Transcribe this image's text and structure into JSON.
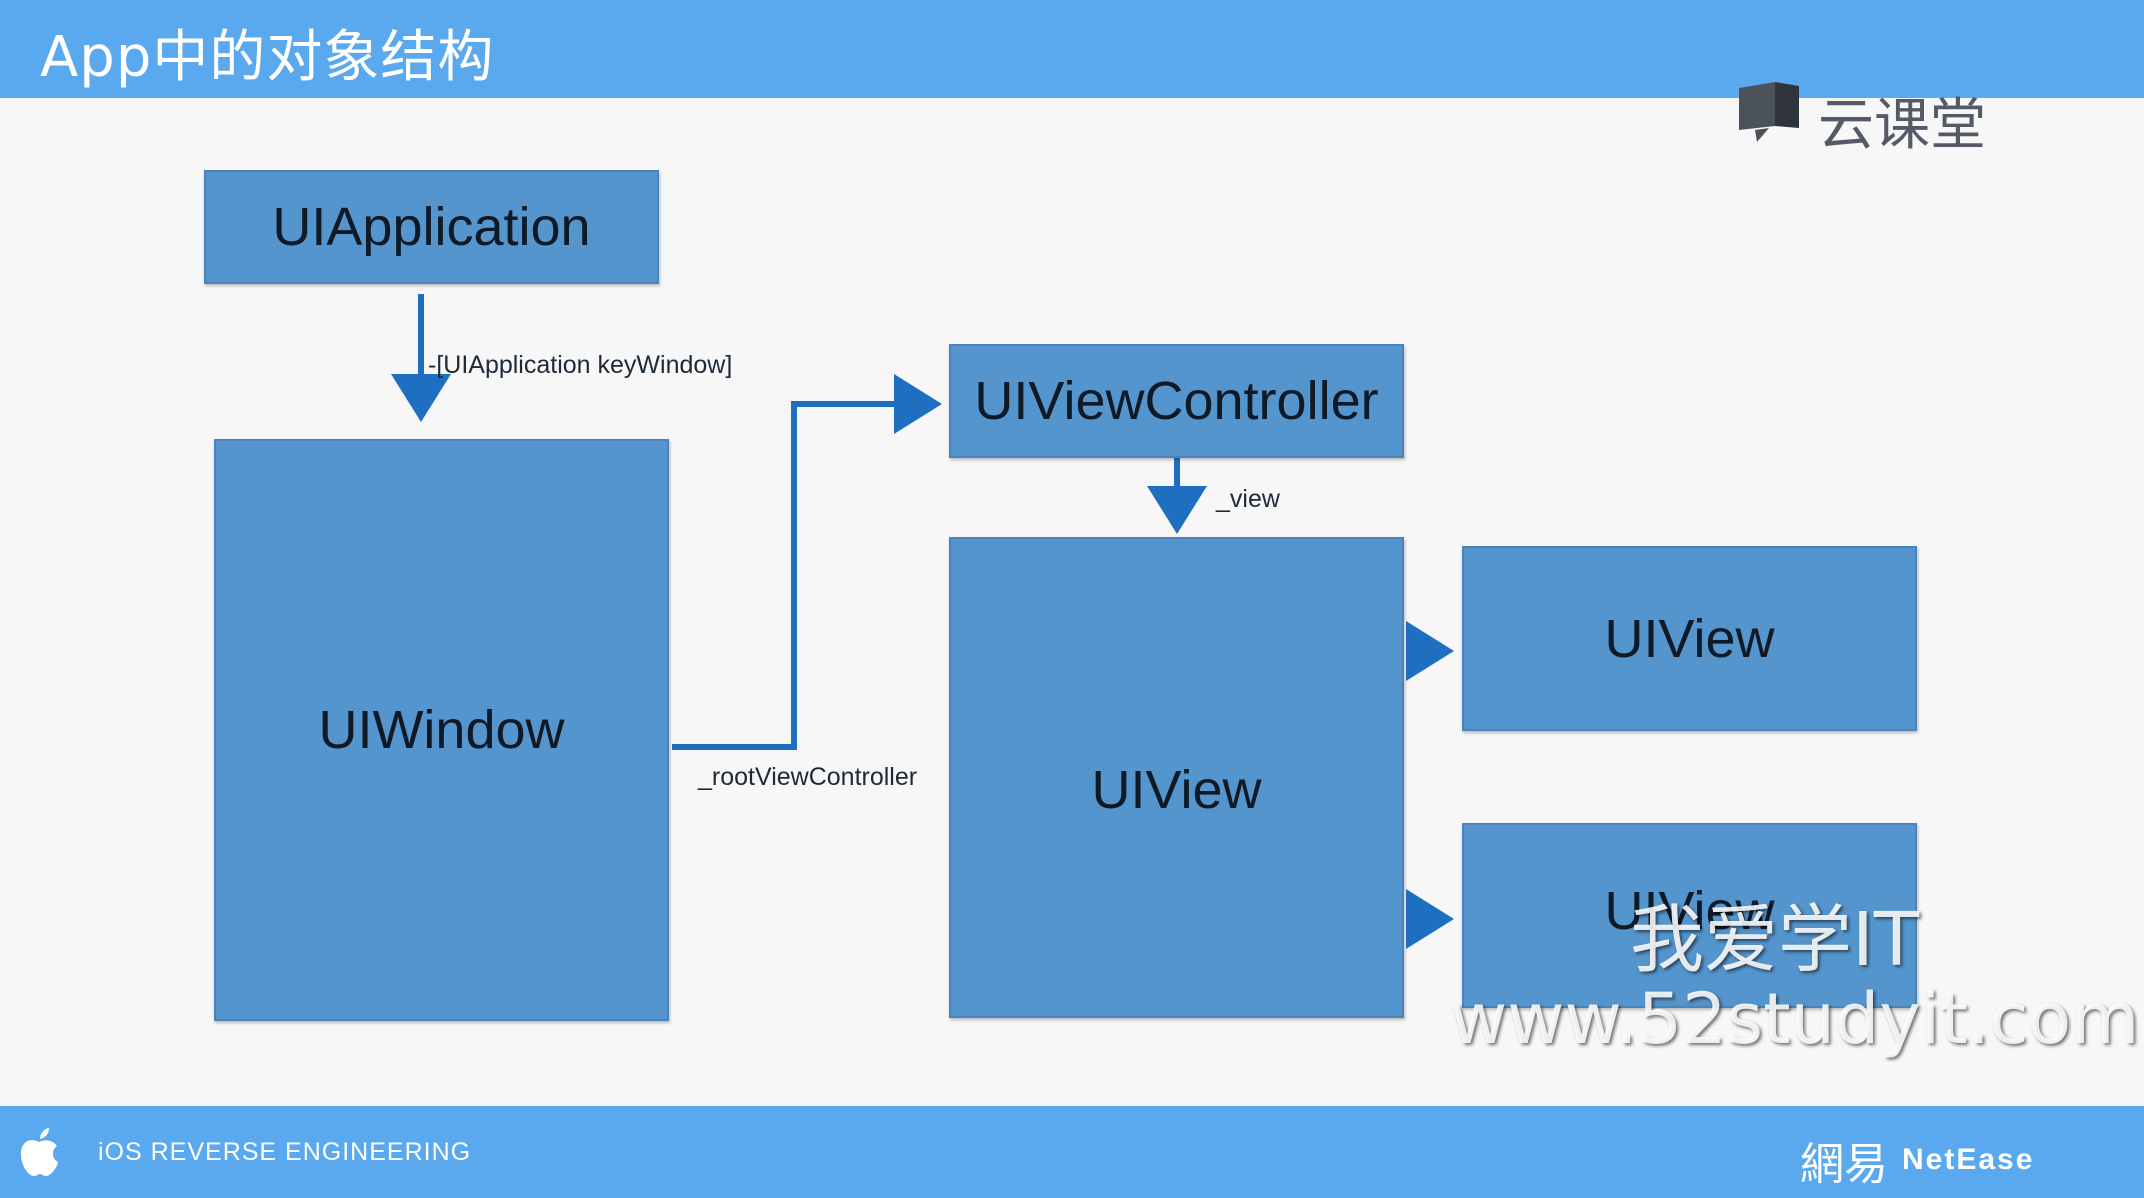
{
  "header": {
    "title": "App中的对象结构"
  },
  "brand": {
    "logo_text": "云课堂"
  },
  "diagram": {
    "nodes": {
      "ui_application": "UIApplication",
      "ui_window": "UIWindow",
      "ui_view_controller": "UIViewController",
      "ui_view_main": "UIView",
      "ui_view_sub_top": "UIView",
      "ui_view_sub_bottom": "UIView"
    },
    "edges": {
      "key_window": "-[UIApplication keyWindow]",
      "root_view_controller": "_rootViewController",
      "view": "_view"
    }
  },
  "watermark": {
    "chinese": "我爱学IT",
    "url": "www.52studyit.com"
  },
  "footer": {
    "left_text": "iOS REVERSE ENGINEERING",
    "right_cn": "網易",
    "right_en": "NetEase"
  },
  "colors": {
    "bar": "#5aa9ef",
    "box_fill": "#5595cd",
    "arrow": "#1f6fc0",
    "background": "#f7f7f8"
  }
}
